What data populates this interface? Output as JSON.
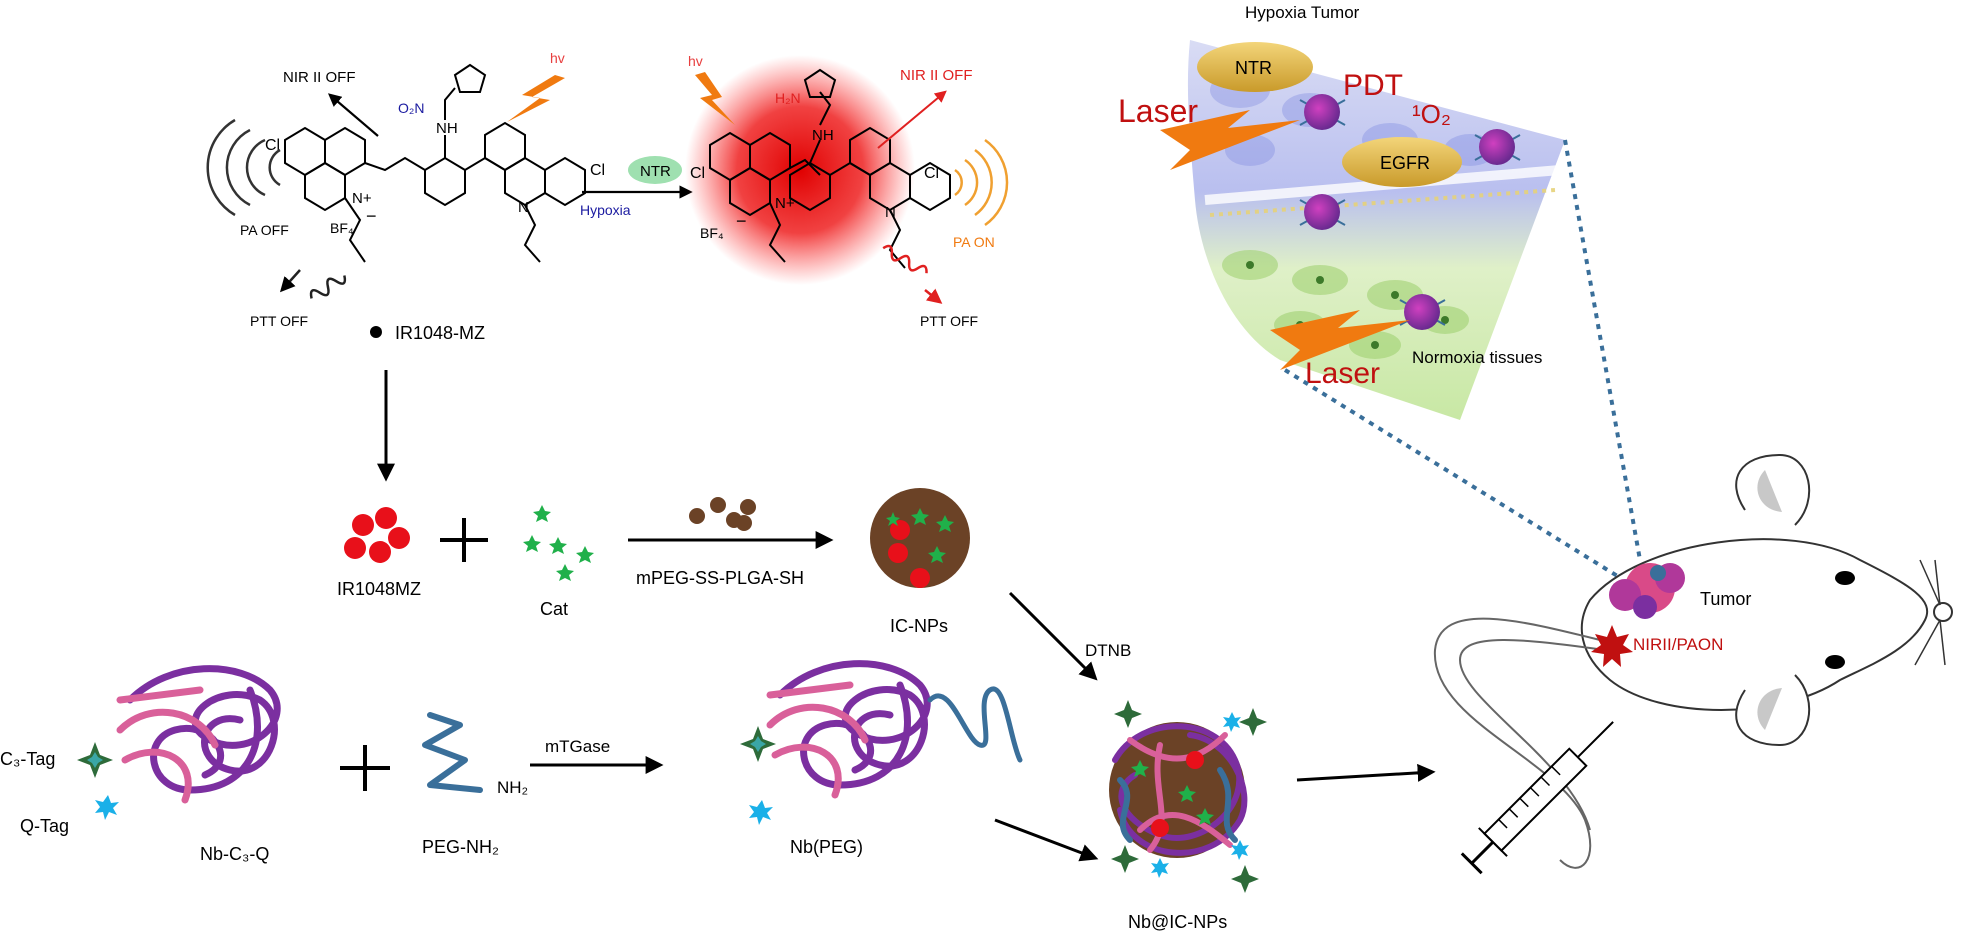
{
  "top_left": {
    "nir_off": "NIR II OFF",
    "hv": "hv",
    "o2n": "O₂N",
    "cl": "Cl",
    "n_plus": "N+",
    "n": "N",
    "nh": "NH",
    "bf4": "BF₄",
    "pa_off": "PA OFF",
    "ptt_off": "PTT OFF",
    "compound": "IR1048-MZ"
  },
  "reaction": {
    "enzyme": "NTR",
    "condition": "Hypoxia"
  },
  "top_right": {
    "hv": "hv",
    "h2n": "H₂N",
    "nir_off": "NIR II OFF",
    "pa_on": "PA ON",
    "ptt_off": "PTT OFF",
    "cl": "Cl",
    "n_plus": "N+",
    "n": "N",
    "nh": "NH",
    "bf4": "BF₄"
  },
  "middle": {
    "ir_label": "IR1048MZ",
    "cat_label": "Cat",
    "polymer_label": "mPEG-SS-PLGA-SH",
    "ic_nps_label": "IC-NPs",
    "dtnb_label": "DTNB"
  },
  "bottom": {
    "c3_tag": "C₃-Tag",
    "q_tag": "Q-Tag",
    "nb_c3_q": "Nb-C₃-Q",
    "peg_nh2": "PEG-NH₂",
    "nh2": "NH₂",
    "mtgase": "mTGase",
    "nb_peg": "Nb(PEG)",
    "nb_ic_nps": "Nb@IC-NPs"
  },
  "tumor_panel": {
    "title": "Hypoxia Tumor",
    "ntr": "NTR",
    "egfr": "EGFR",
    "pdt": "PDT",
    "singlet_o2": "¹O₂",
    "laser_top": "Laser",
    "laser_bottom": "Laser",
    "normoxia": "Normoxia tissues"
  },
  "mouse": {
    "tumor": "Tumor",
    "signal": "NIRII/PAON"
  },
  "colors": {
    "red_dot": "#e8101a",
    "green_star": "#20b04a",
    "brown": "#6b4226",
    "purple": "#7b2fa0",
    "pink": "#d9609a",
    "blue_peg": "#3a6f9a",
    "orange": "#f07a10",
    "dark_red_text": "#b01010"
  }
}
